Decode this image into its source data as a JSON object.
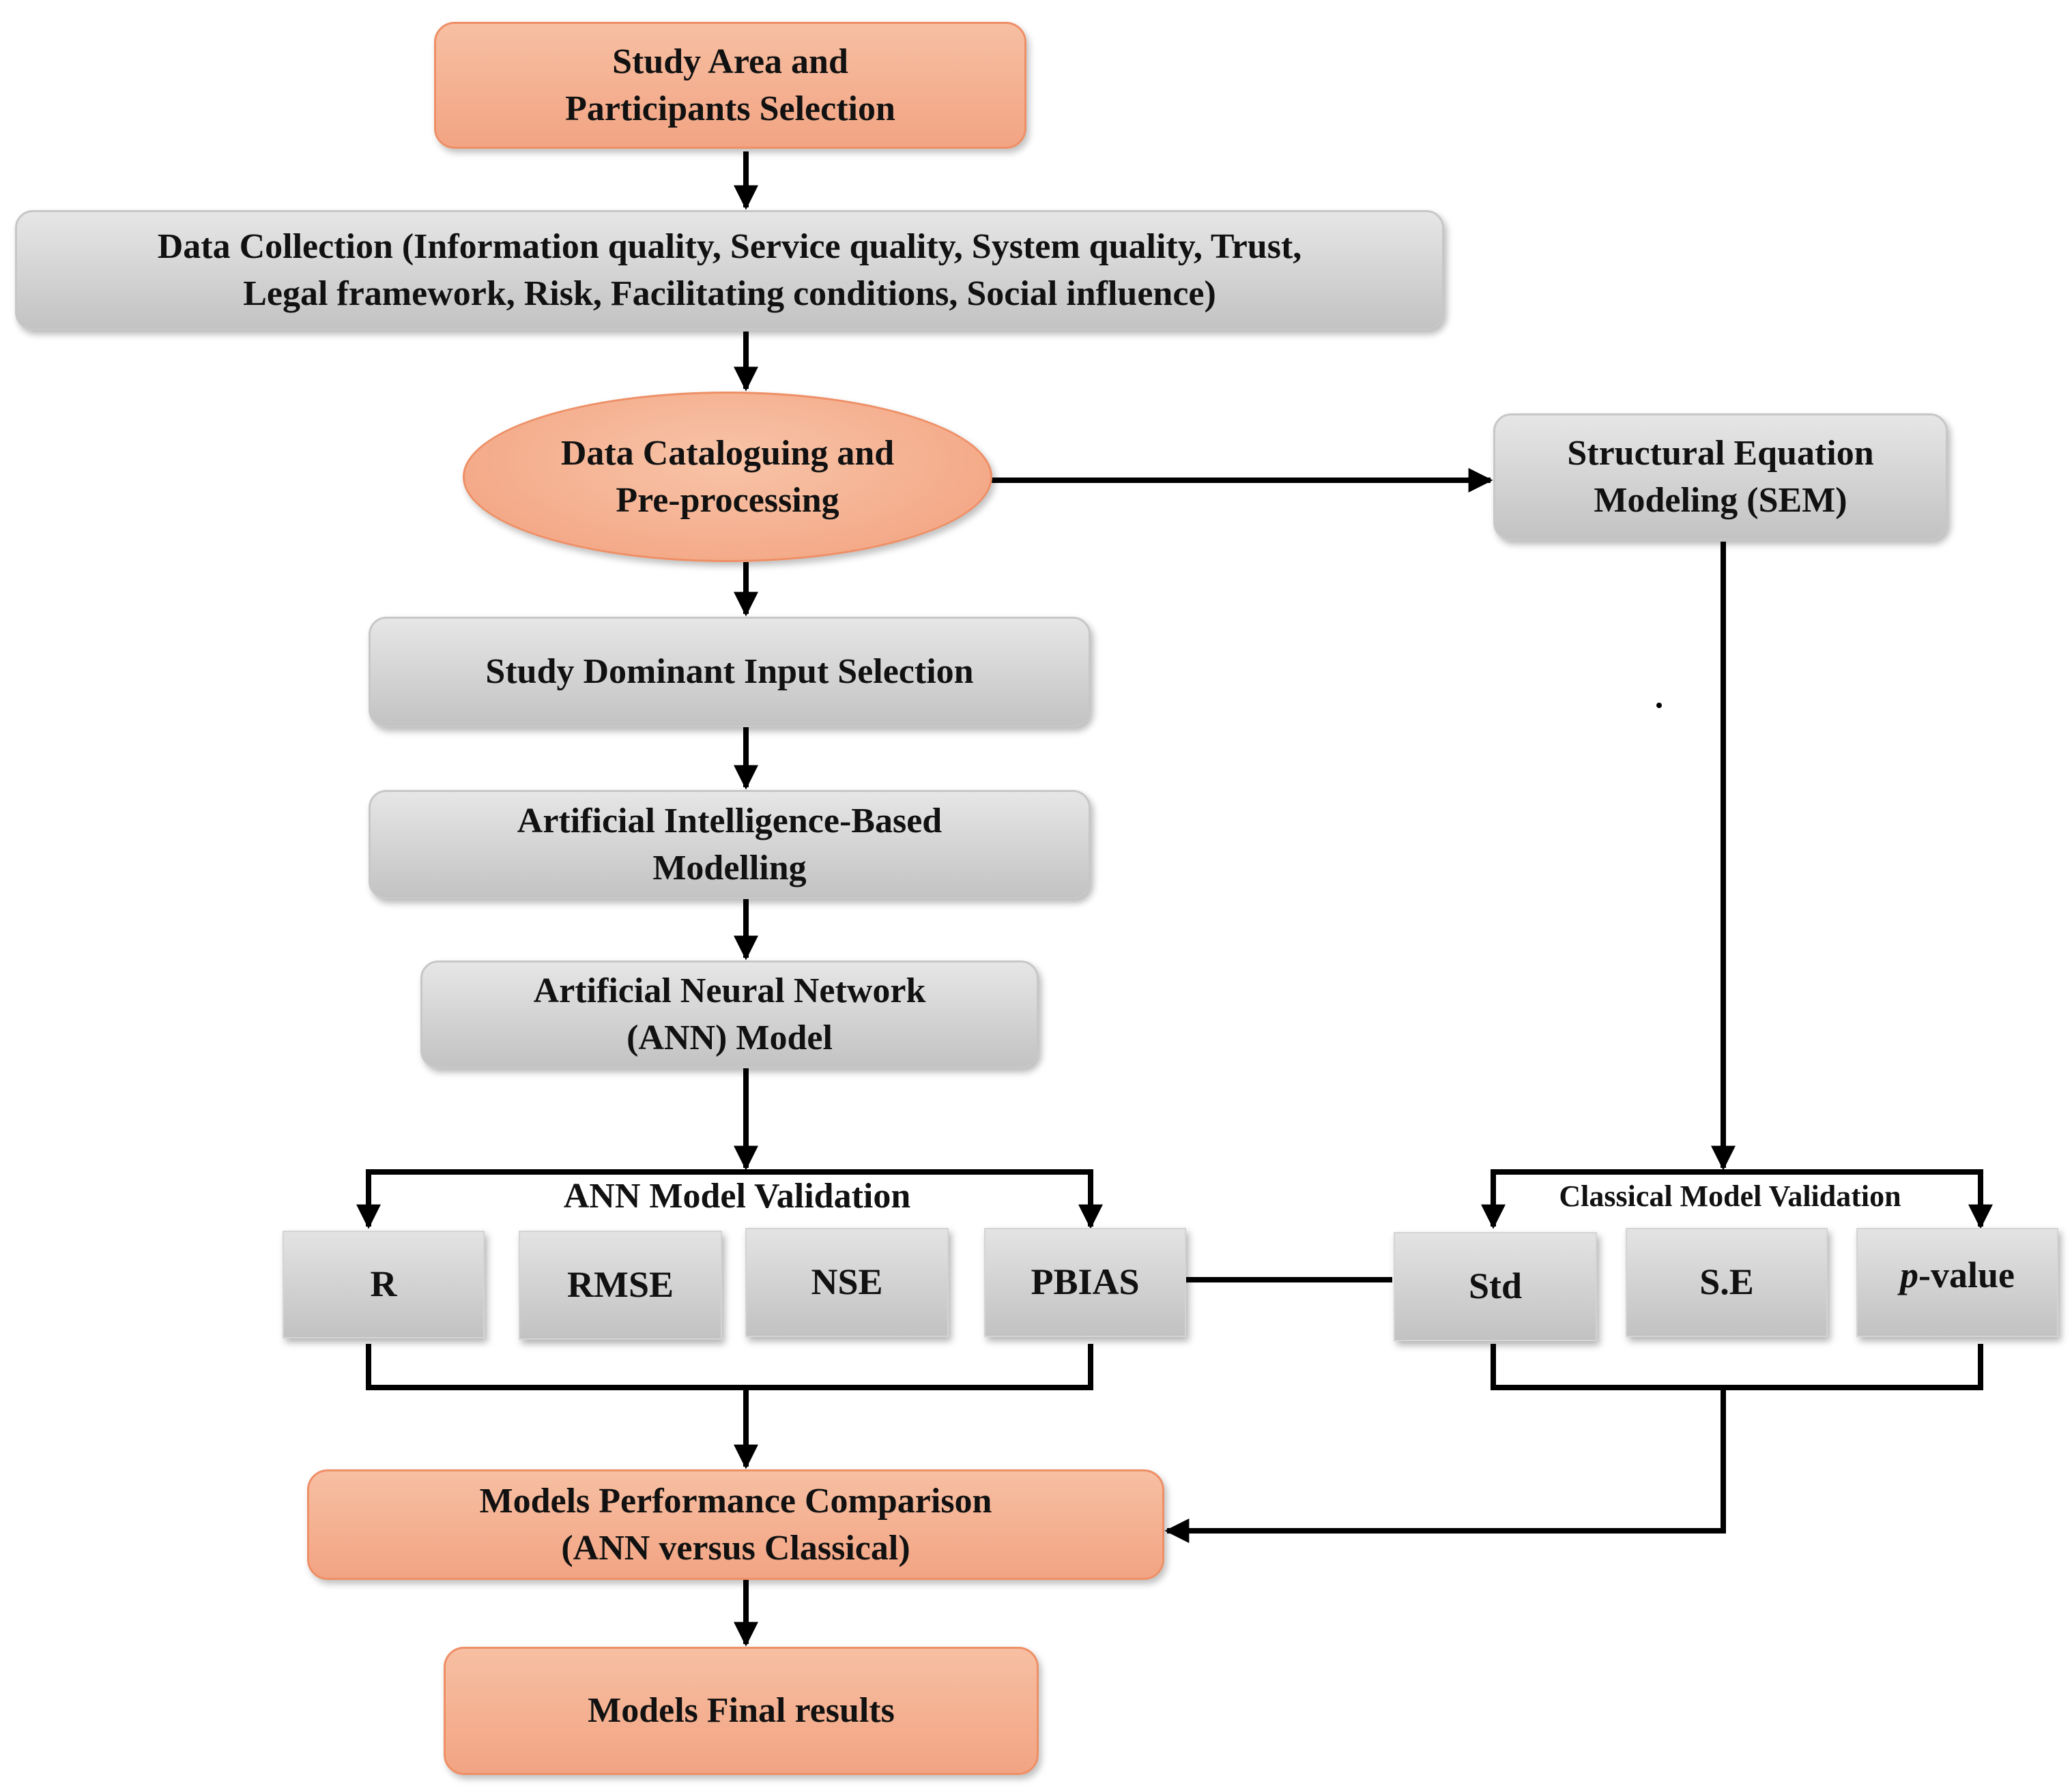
{
  "nodes": {
    "study_area": "Study Area and\nParticipants Selection",
    "data_collection": "Data Collection (Information quality, Service quality, System quality, Trust,\nLegal framework, Risk, Facilitating conditions, Social influence)",
    "data_cataloguing": "Data Cataloguing and\nPre-processing",
    "sem": "Structural Equation\nModeling (SEM)",
    "dominant_input": "Study Dominant Input Selection",
    "ai_modelling": "Artificial Intelligence-Based\nModelling",
    "ann_model": "Artificial Neural Network\n(ANN) Model",
    "comparison": "Models Performance Comparison\n(ANN versus Classical)",
    "final_results": "Models Final results"
  },
  "ann_validation": {
    "title": "ANN Model Validation",
    "metrics": [
      "R",
      "RMSE",
      "NSE",
      "PBIAS"
    ]
  },
  "classical_validation": {
    "title": "Classical Model Validation",
    "metrics": [
      "Std",
      "S.E"
    ],
    "pvalue_italic": "p",
    "pvalue_rest": "-value"
  },
  "colors": {
    "orange_fill": "#f4b08f",
    "orange_border": "#ee8f66",
    "grey_fill": "#d4d4d4",
    "line": "#000000"
  }
}
